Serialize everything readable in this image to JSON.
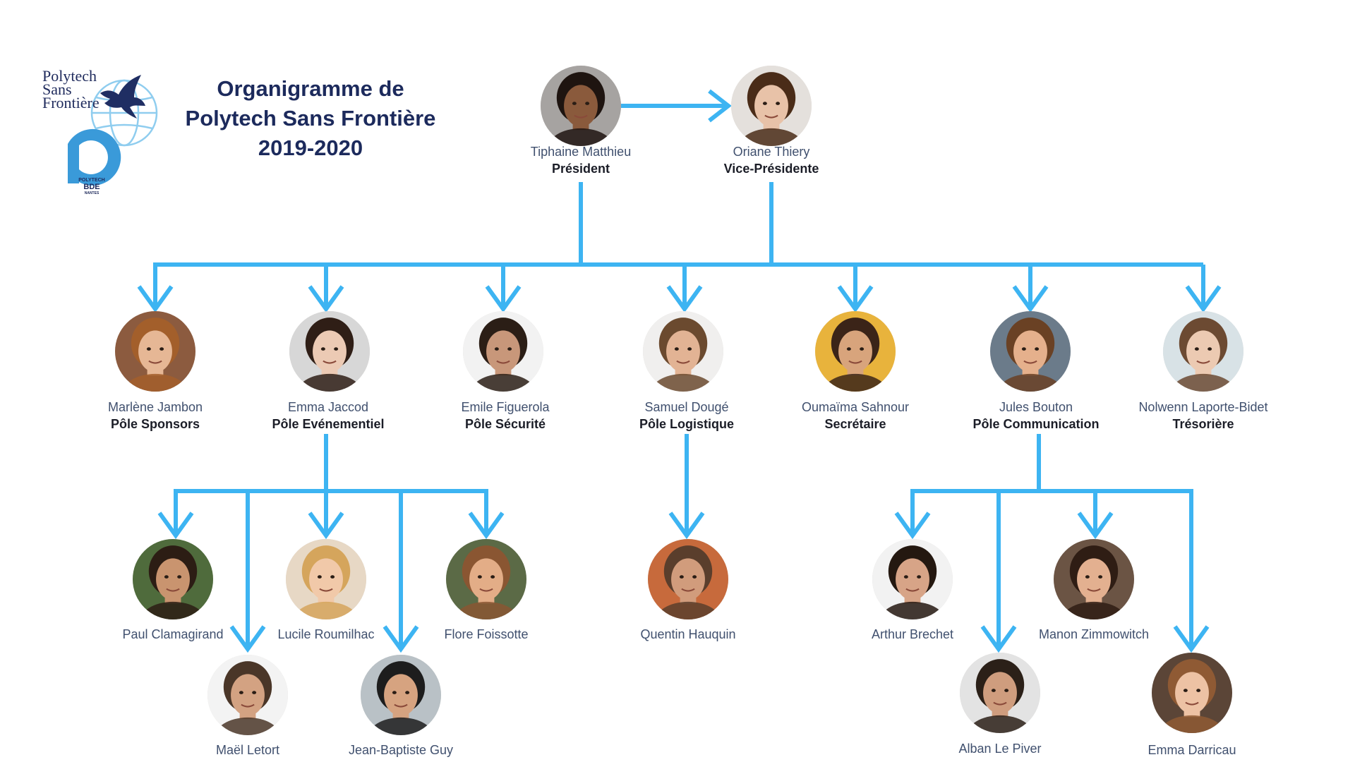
{
  "logo": {
    "lines": [
      "Polytech",
      "Sans",
      "Frontière"
    ],
    "sub1": "POLYTECH",
    "sub2": "BDE",
    "sub3": "NANTES",
    "icons": [
      "dove-icon",
      "globe-icon",
      "polytech-p-icon"
    ]
  },
  "title": {
    "line1": "Organigramme de",
    "line2": "Polytech Sans Frontière",
    "line3": "2019-2020"
  },
  "colors": {
    "connector": "#3db4f2",
    "title": "#1c2a5c",
    "name": "#40506e",
    "role": "#1b1d27"
  },
  "people": [
    {
      "id": "tiphaine",
      "name": "Tiphaine Matthieu",
      "role": "Président",
      "skin": "#8a5a3c",
      "hair": "#1e1410",
      "bg": "#a6a3a1"
    },
    {
      "id": "oriane",
      "name": "Oriane Thiery",
      "role": "Vice-Présidente",
      "skin": "#e8c2a8",
      "hair": "#4a2c18",
      "bg": "#e4e0dc"
    },
    {
      "id": "marlene",
      "name": "Marlène Jambon",
      "role": "Pôle Sponsors",
      "skin": "#e6b795",
      "hair": "#a35f2b",
      "bg": "#8c5b3f"
    },
    {
      "id": "emma-j",
      "name": "Emma Jaccod",
      "role": "Pôle Evénementiel",
      "skin": "#eccab4",
      "hair": "#2f1e16",
      "bg": "#d7d7d7"
    },
    {
      "id": "emile",
      "name": "Emile Figuerola",
      "role": "Pôle Sécurité",
      "skin": "#c8977a",
      "hair": "#2b1e16",
      "bg": "#f2f2f2"
    },
    {
      "id": "samuel",
      "name": "Samuel Dougé",
      "role": "Pôle Logistique",
      "skin": "#e2b394",
      "hair": "#6b4a2f",
      "bg": "#f0efee"
    },
    {
      "id": "oumaima",
      "name": "Oumaïma Sahnour",
      "role": "Secrétaire",
      "skin": "#d8a47c",
      "hair": "#3b2418",
      "bg": "#e8b33c"
    },
    {
      "id": "jules",
      "name": "Jules Bouton",
      "role": "Pôle Communication",
      "skin": "#e5b08c",
      "hair": "#6a4124",
      "bg": "#6b7b8a"
    },
    {
      "id": "nolwenn",
      "name": "Nolwenn Laporte-Bidet",
      "role": "Trésorière",
      "skin": "#eccab2",
      "hair": "#6c4a32",
      "bg": "#d8e2e6"
    },
    {
      "id": "paul",
      "name": "Paul Clamagirand",
      "role": "",
      "skin": "#c9946f",
      "hair": "#2c1d14",
      "bg": "#4f6b3c"
    },
    {
      "id": "lucile",
      "name": "Lucile Roumilhac",
      "role": "",
      "skin": "#f1c9a9",
      "hair": "#d5a55c",
      "bg": "#e7d8c5"
    },
    {
      "id": "flore",
      "name": "Flore Foissotte",
      "role": "",
      "skin": "#e3ad87",
      "hair": "#8a5632",
      "bg": "#5b6a46"
    },
    {
      "id": "mael",
      "name": "Maël Letort",
      "role": "",
      "skin": "#d3a282",
      "hair": "#4a3628",
      "bg": "#f3f3f3"
    },
    {
      "id": "jb",
      "name": "Jean-Baptiste Guy",
      "role": "",
      "skin": "#d6a380",
      "hair": "#1d1d1d",
      "bg": "#b9c1c6"
    },
    {
      "id": "quentin",
      "name": "Quentin Hauquin",
      "role": "",
      "skin": "#d19c7c",
      "hair": "#5a3e2c",
      "bg": "#c76a3c"
    },
    {
      "id": "arthur",
      "name": "Arthur Brechet",
      "role": "",
      "skin": "#d7a487",
      "hair": "#241810",
      "bg": "#f2f2f2"
    },
    {
      "id": "manon",
      "name": "Manon Zimmowitch",
      "role": "",
      "skin": "#e3b090",
      "hair": "#2f1d14",
      "bg": "#6b5444"
    },
    {
      "id": "alban",
      "name": "Alban Le Piver",
      "role": "",
      "skin": "#cf9d7e",
      "hair": "#2b2018",
      "bg": "#e3e3e3"
    },
    {
      "id": "emma-d",
      "name": "Emma Darricau",
      "role": "",
      "skin": "#edc2a4",
      "hair": "#8f5a34",
      "bg": "#5b4537"
    }
  ],
  "relations": [
    {
      "from": "tiphaine",
      "to": "oriane"
    },
    {
      "from": [
        "tiphaine",
        "oriane"
      ],
      "to": [
        "marlene",
        "emma-j",
        "emile",
        "samuel",
        "oumaima",
        "jules",
        "nolwenn"
      ]
    },
    {
      "from": "emma-j",
      "to": [
        "paul",
        "mael",
        "lucile",
        "jb",
        "flore"
      ]
    },
    {
      "from": "samuel",
      "to": [
        "quentin"
      ]
    },
    {
      "from": "jules",
      "to": [
        "arthur",
        "alban",
        "manon",
        "emma-d"
      ]
    }
  ]
}
